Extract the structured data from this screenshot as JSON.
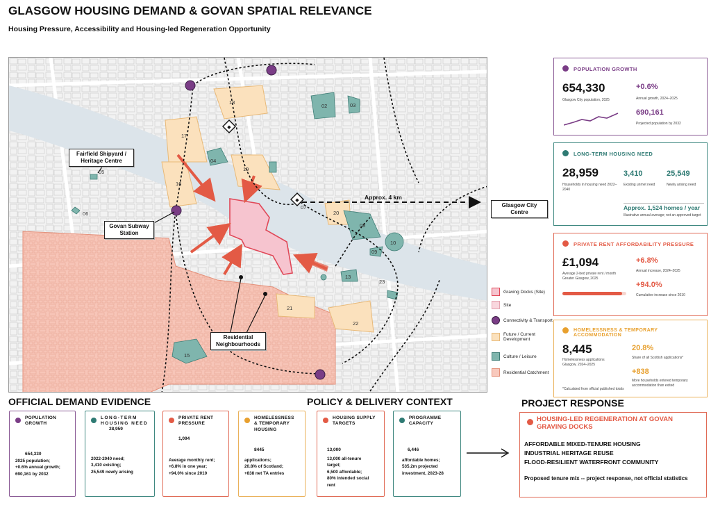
{
  "header": {
    "title": "GLASGOW HOUSING DEMAND & GOVAN SPATIAL RELEVANCE",
    "subtitle": "Housing Pressure, Accessibility and Housing-led Regeneration Opportunity"
  },
  "map": {
    "labels": {
      "fairfield": "Fairfield Shipyard / Heritage Centre",
      "govan_station": "Govan Subway Station",
      "residential": "Residential Neighbourhoods",
      "distance": "Approx. 4 km",
      "city_centre": "Glasgow City Centre"
    },
    "plot_numbers": [
      "02",
      "03",
      "04",
      "05",
      "06",
      "07",
      "08",
      "09",
      "10",
      "13",
      "15",
      "16",
      "17",
      "18",
      "19",
      "20",
      "21",
      "22",
      "23"
    ],
    "legend": [
      {
        "label": "Graving Docks (Site)",
        "color": "#f6c4cf"
      },
      {
        "label": "Site",
        "color": "#f9d7de"
      },
      {
        "label": "Connectivity & Transport",
        "color": "#7a3d86"
      },
      {
        "label": "Future / Current Development",
        "color": "#fbe1bd"
      },
      {
        "label": "Culture / Leisure",
        "color": "#7fb5ad"
      },
      {
        "label": "Residential Catchment",
        "color": "#f8c9bd"
      }
    ]
  },
  "cards": {
    "population": {
      "title": "POPULATION GROWTH",
      "color": "#7a3d86",
      "value": "654,330",
      "value_note": "Glasgow City population, 2025",
      "growth": "+0.6%",
      "growth_note": "Annual growth, 2024–2025",
      "projected": "690,161",
      "projected_note": "Projected population by 2032"
    },
    "housing_need": {
      "title": "LONG-TERM HOUSING NEED",
      "color": "#2e7a73",
      "value": "28,959",
      "value_note": "Households in housing need 2022–2040",
      "existing": "3,410",
      "existing_note": "Existing unmet need",
      "newly": "25,549",
      "newly_note": "Newly arising need",
      "annual": "Approx. 1,524 homes / year",
      "annual_note": "Illustrative annual average; not an approved target"
    },
    "rent": {
      "title": "PRIVATE RENT AFFORDABILITY PRESSURE",
      "color": "#e35a45",
      "value": "£1,094",
      "value_note": "Average 2-bed private rent / month Greater Glasgow, 2025",
      "annual": "+6.8%",
      "annual_note": "Annual increase, 2024–2025",
      "cumulative": "+94.0%",
      "cumulative_note": "Cumulative increase since 2010",
      "bar_fraction": 0.94
    },
    "homeless": {
      "title": "HOMELESSNESS & TEMPORARY ACCOMMODATION",
      "color": "#e8a02e",
      "value": "8,445",
      "value_note": "Homelessness applications Glasgow, 2024–2025",
      "share": "20.8%",
      "share_note": "Share of all Scottish applications*",
      "net": "+838",
      "net_note": "More households entered temporary accommodation than exited",
      "footnote": "*Calculated from official published totals"
    }
  },
  "sections": {
    "evidence": "OFFICIAL DEMAND EVIDENCE",
    "policy": "POLICY & DELIVERY CONTEXT",
    "response": "PROJECT RESPONSE"
  },
  "evidence": [
    {
      "title": "POPULATION\nGROWTH",
      "color": "#7a3d86",
      "value": "654,330",
      "desc": "2025 population;\n+0.6% annual growth;\n690,161 by 2032"
    },
    {
      "title": "LONG-TERM\nHOUSING NEED",
      "color": "#2e7a73",
      "value": "28,959",
      "desc": "2022-2040 need;\n3,410 existing;\n25,549 newly arising"
    },
    {
      "title": "PRIVATE RENT\nPRESSURE",
      "color": "#e35a45",
      "value": "1,094",
      "desc": "Average monthly rent;\n+6.8% in one year;\n+94.0% since 2010"
    },
    {
      "title": "HOMELESSNESS\n& TEMPORARY\nHOUSING",
      "color": "#e8a02e",
      "value": "8445",
      "desc": "applications;\n20.8% of Scotland;\n+838 net TA entries"
    }
  ],
  "policy": [
    {
      "title": "HOUSING SUPPLY\nTARGETS",
      "color": "#e35a45",
      "value": "13,000",
      "desc": "13,000 all-tenure\ntarget;\n6,500 affordable;\n80% intended social\nrent"
    },
    {
      "title": "PROGRAMME\nCAPACITY",
      "color": "#2e7a73",
      "value": "6,446",
      "desc": "affordable homes;\n535.2m projected\ninvestment, 2023-28"
    }
  ],
  "response": {
    "title": "HOUSING-LED REGENERATION AT GOVAN GRAVING DOCKS",
    "color": "#e35a45",
    "points": [
      "AFFORDABLE MIXED-TENURE HOUSING",
      "INDUSTRIAL HERITAGE REUSE",
      "FLOOD-RESILIENT WATERFRONT COMMUNITY"
    ],
    "note": "Proposed tenure mix -- project response, not official statistics"
  }
}
